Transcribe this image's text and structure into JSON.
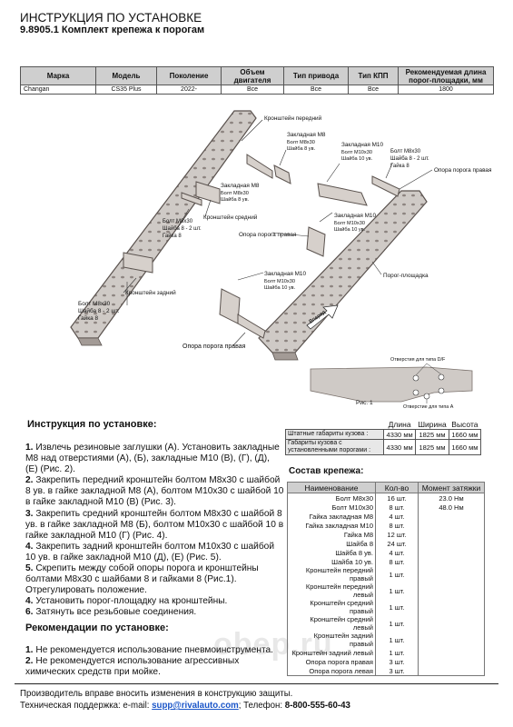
{
  "header": {
    "title": "ИНСТРУКЦИЯ ПО УСТАНОВКЕ",
    "subtitle": "9.8905.1 Комплект крепежа к порогам"
  },
  "vehicle_table": {
    "headers": [
      "Марка",
      "Модель",
      "Поколение",
      "Объем двигателя",
      "Тип привода",
      "Тип КПП",
      "Рекомендуемая длина порог-площадки, мм"
    ],
    "row": [
      "Changan",
      "CS35 Plus",
      "2022-",
      "Все",
      "Все",
      "Все",
      "1800"
    ]
  },
  "diagram": {
    "labels": {
      "bracket_front": "Кронштейн передний",
      "emb_m8_top_1": "Закладная М8",
      "emb_m8_top_2": "Болт М8х30",
      "emb_m8_top_3": "Шайба 8 ув.",
      "emb_m10_top_1": "Закладная М10",
      "emb_m10_top_2": "Болт М10х30",
      "emb_m10_top_3": "Шайба 10 ув.",
      "bolt_m8_r1": "Болт М8х30",
      "bolt_m8_r2": "Шайба 8 - 2 шт.",
      "bolt_m8_r3": "Гайка 8",
      "support_right_top": "Опора порога правая",
      "emb_m8_mid_1": "Закладная М8",
      "emb_m8_mid_2": "Болт М8х30",
      "emb_m8_mid_3": "Шайба 8 ув.",
      "bracket_middle": "Кронштейн средний",
      "bolt_m8_l1": "Болт М8х30",
      "bolt_m8_l2": "Шайба 8 - 2 шт.",
      "bolt_m8_l3": "Гайка 8",
      "emb_m10_mid_1": "Закладная М10",
      "emb_m10_mid_2": "Болт М10х30",
      "emb_m10_mid_3": "Шайба 10 ув.",
      "support_right_mid": "Опора порога правая",
      "emb_m10_low_1": "Закладная М10",
      "emb_m10_low_2": "Болт М10х30",
      "emb_m10_low_3": "Шайба 10 ув.",
      "step_board": "Порог-площадка",
      "bolt_m8_b1": "Болт М8х30",
      "bolt_m8_b2": "Шайба 8 - 2 шт.",
      "bolt_m8_b3": "Гайка 8",
      "bracket_rear": "Кронштейн задний",
      "support_right_low": "Опора порога правая",
      "direction": "Вперед",
      "holes_df": "Отверстия для типа D/F",
      "holes_a": "Отверстие для типа А",
      "fig": "Рис. 1"
    }
  },
  "dims_table": {
    "headers": [
      "Длина",
      "Ширина",
      "Высота"
    ],
    "rows": [
      {
        "label": "Штатные габариты кузова :",
        "values": [
          "4330 мм",
          "1825 мм",
          "1660 мм"
        ]
      },
      {
        "label": "Габариты кузова с установленными порогами :",
        "values": [
          "4330 мм",
          "1825 мм",
          "1660 мм"
        ]
      }
    ]
  },
  "instructions": {
    "heading": "Инструкция по установке:",
    "steps": [
      {
        "n": "1.",
        "text": " Извлечь резиновые заглушки (А). Установить закладные М8 над отверстиями (А), (Б), закладные М10 (В), (Г), (Д), (Е) (Рис. 2)."
      },
      {
        "n": "2.",
        "text": " Закрепить  передний кронштейн болтом М8х30 с шайбой 8 ув. в гайке закладной М8 (А), болтом М10х30 с шайбой 10 в гайке закладной М10 (В) (Рис. 3)."
      },
      {
        "n": "3.",
        "text": " Закрепить  средний кронштейн болтом М8х30 с шайбой 8 ув. в гайке закладной М8 (Б), болтом М10х30 с шайбой 10 в гайке закладной М10 (Г) (Рис. 4)."
      },
      {
        "n": "4.",
        "text": " Закрепить задний кронштейн болтом М10х30 с шайбой 10 ув. в гайке закладной М10 (Д), (Е) (Рис. 5)."
      },
      {
        "n": "5.",
        "text": " Скрепить между собой опоры порога и кронштейны болтами М8х30 с шайбами 8 и гайками 8 (Рис.1)."
      },
      {
        "n": "",
        "text": "Отрегулировать положение."
      },
      {
        "n": "4.",
        "text": " Установить порог-площадку на кронштейны."
      },
      {
        "n": "6.",
        "text": " Затянуть все резьбовые соединения."
      }
    ]
  },
  "recommendations": {
    "heading": "Рекомендации по установке:",
    "items": [
      {
        "n": "1.",
        "text": " Не рекомендуется использование пневмоинструмента."
      },
      {
        "n": "2.",
        "text": " Не рекомендуется использование агрессивных химических средств при мойке."
      }
    ]
  },
  "kit": {
    "heading": "Состав крепежа:",
    "headers": [
      "Наименование",
      "Кол-во",
      "Момент затяжки"
    ],
    "rows": [
      [
        "Болт М8х30",
        "16 шт.",
        "23.0 Нм"
      ],
      [
        "Болт М10х30",
        "8 шт.",
        "48.0 Нм"
      ],
      [
        "Гайка закладная М8",
        "4 шт.",
        ""
      ],
      [
        "Гайка закладная М10",
        "8 шт.",
        ""
      ],
      [
        "Гайка М8",
        "12 шт.",
        ""
      ],
      [
        "Шайба 8",
        "24 шт.",
        ""
      ],
      [
        "Шайба 8 ув.",
        "4 шт.",
        ""
      ],
      [
        "Шайба 10 ув.",
        "8 шт.",
        ""
      ],
      [
        "Кронштейн передний правый",
        "1 шт.",
        ""
      ],
      [
        "Кронштейн передний левый",
        "1 шт.",
        ""
      ],
      [
        "Кронштейн средний правый",
        "1 шт.",
        ""
      ],
      [
        "Кронштейн средний левый",
        "1 шт.",
        ""
      ],
      [
        "Кронштейн задний правый",
        "1 шт.",
        ""
      ],
      [
        "Кронштейн задний левый",
        "1 шт.",
        ""
      ],
      [
        "Опора порога правая",
        "3 шт.",
        ""
      ],
      [
        "Опора порога левая",
        "3 шт.",
        ""
      ]
    ]
  },
  "footer": {
    "line1": "Производитель вправе вносить изменения в конструкцию защиты.",
    "support_label": "Техническая поддержка:  e-mail: ",
    "email": "supp@rivalauto.com",
    "phone_label": "; Телефон: ",
    "phone": "8-800-555-60-43"
  },
  "watermark": "оbер.ru"
}
